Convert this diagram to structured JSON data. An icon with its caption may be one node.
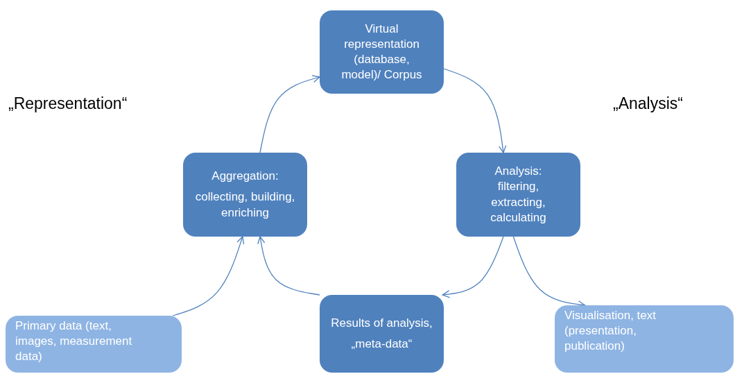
{
  "diagram": {
    "nodes": [
      {
        "text": [
          "Virtual representation (database, model)/ Corpus"
        ]
      },
      {
        "text": [
          "Aggregation:",
          "collecting, building, enriching"
        ]
      },
      {
        "text": [
          "Analysis: filtering, extracting, calculating"
        ]
      },
      {
        "text": [
          "Results of analysis,",
          "„meta-data“"
        ]
      },
      {
        "text": [
          "Primary data (text, images, measurement data)"
        ]
      },
      {
        "text": [
          "Visualisation, text (presentation, publication)"
        ]
      }
    ],
    "edges": [
      {
        "from": 1,
        "to": 0,
        "arrow": "to"
      },
      {
        "from": 0,
        "to": 2,
        "arrow": "to"
      },
      {
        "from": 2,
        "to": 3,
        "arrow": "to"
      },
      {
        "from": 2,
        "to": 5,
        "arrow": "to"
      },
      {
        "from": 4,
        "to": 1,
        "arrow": "to"
      },
      {
        "from": 3,
        "to": 1,
        "arrow": "to"
      }
    ],
    "labels": [
      "„Representation“",
      "„Analysis“"
    ]
  }
}
